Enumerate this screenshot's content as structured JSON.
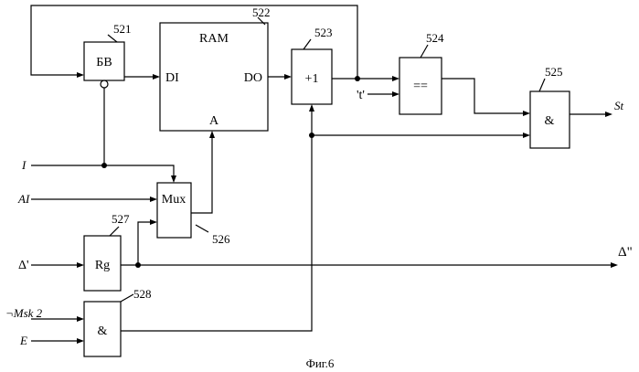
{
  "blocks": {
    "bv": {
      "num": "521",
      "label": "БВ"
    },
    "ram": {
      "num": "522",
      "label": "RAM",
      "di": "DI",
      "do": "DO",
      "a": "A"
    },
    "inc": {
      "num": "523",
      "label": "+1"
    },
    "cmp": {
      "num": "524",
      "label": "=="
    },
    "and_out": {
      "num": "525",
      "label": "&"
    },
    "mux": {
      "num": "526",
      "label": "Mux"
    },
    "rg": {
      "num": "527",
      "label": "Rg"
    },
    "and_in": {
      "num": "528",
      "label": "&"
    }
  },
  "signals": {
    "i": "I",
    "ai": "AI",
    "delta_in": "Δ'",
    "delta_out": "Δ\"",
    "msk": "¬Msk 2",
    "e": "E",
    "t": "'t'",
    "st": "St"
  },
  "caption": "Фиг.6"
}
